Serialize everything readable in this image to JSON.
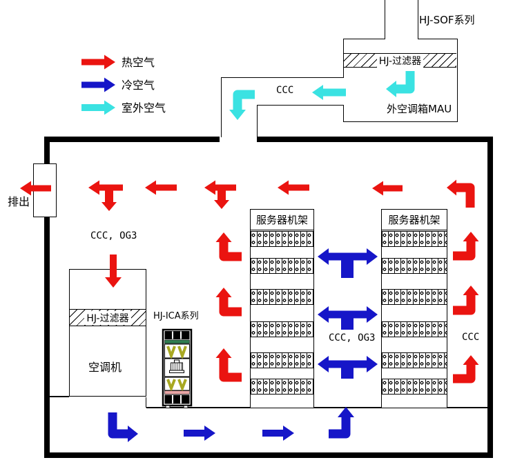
{
  "colors": {
    "hot_air": "#ea1410",
    "cold_air": "#1616c8",
    "outside_air": "#3ae2e2"
  },
  "legend": {
    "hot": "热空气",
    "cold": "冷空气",
    "outside": "室外空气"
  },
  "outdoor_unit": {
    "series": "HJ-SOF系列",
    "filter": "HJ-过滤器",
    "name": "外空调箱MAU",
    "duct_code": "CCC"
  },
  "room": {
    "exhaust": "排出",
    "left_zone_code": "CCC, OG3",
    "crac": {
      "filter": "HJ-过滤器",
      "name": "空调机"
    },
    "ica_series": "HJ-ICA系列",
    "rack_left": "服务器机架",
    "rack_right": "服务器机架",
    "cold_aisle_code": "CCC, OG3",
    "right_zone_code": "CCC"
  }
}
